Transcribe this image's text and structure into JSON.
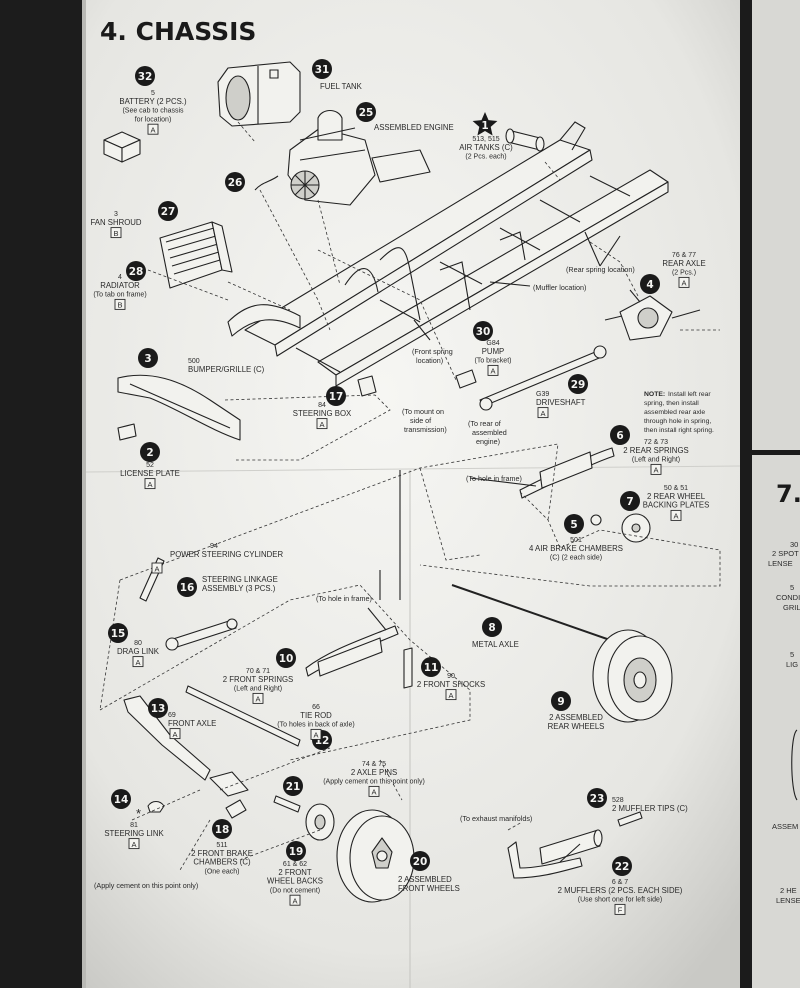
{
  "page": {
    "section_title": "4. CHASSIS",
    "right_page_section_number": "7.",
    "right_page_fragments": [
      "30",
      "2 SPOT",
      "LENSE",
      "5",
      "CONDI",
      "GRIL",
      "5",
      "LIG",
      "ASSEM",
      "2 HE",
      "LENSE"
    ]
  },
  "callouts": [
    {
      "id": "32",
      "part_no": "5",
      "name": "BATTERY (2 Pcs.)",
      "note": "(See cab to chassis",
      "note2": "for location)",
      "tree": "A"
    },
    {
      "id": "31",
      "name": "FUEL TANK"
    },
    {
      "id": "25",
      "name": "ASSEMBLED ENGINE"
    },
    {
      "id": "1",
      "part_no": "513, 515",
      "name": "AIR TANKS (C)",
      "note": "(2 Pcs. each)"
    },
    {
      "id": "26"
    },
    {
      "id": "27",
      "part_no": "3",
      "name": "FAN SHROUD",
      "tree": "B"
    },
    {
      "id": "28",
      "part_no": "4",
      "name": "RADIATOR",
      "note": "(To tab on frame)",
      "tree": "B"
    },
    {
      "id": "4",
      "part_no": "76 & 77",
      "name": "REAR AXLE",
      "note": "(2 Pcs.)",
      "tree": "A"
    },
    {
      "id": "3",
      "part_no": "500",
      "name": "BUMPER/GRILLE (C)"
    },
    {
      "id": "30",
      "part_no": "G84",
      "name": "PUMP",
      "note": "(To bracket)",
      "tree": "A"
    },
    {
      "id": "17",
      "part_no": "84",
      "name": "STEERING BOX",
      "tree": "A"
    },
    {
      "id": "29",
      "part_no": "G39",
      "name": "DRIVESHAFT",
      "tree": "A"
    },
    {
      "id": "2",
      "part_no": "52",
      "name": "LICENSE PLATE",
      "tree": "A"
    },
    {
      "id": "6",
      "part_no": "72 & 73",
      "name": "2 REAR SPRINGS",
      "note": "(Left and Right)",
      "tree": "A"
    },
    {
      "id": "7",
      "part_no": "50 & 51",
      "name": "2 REAR WHEEL",
      "name2": "BACKING PLATES",
      "tree": "A"
    },
    {
      "id": "5",
      "part_no": "501",
      "name": "4 AIR BRAKE CHAMBERS",
      "note": "(C) (2 each side)"
    },
    {
      "id": "16",
      "name": "STEERING LINKAGE",
      "name2": "ASSEMBLY (3 Pcs.)"
    },
    {
      "id": "8",
      "name": "METAL AXLE"
    },
    {
      "id": "15",
      "part_no": "80",
      "name": "DRAG LINK",
      "tree": "A"
    },
    {
      "id": "10",
      "part_no": "70 & 71",
      "name": "2 FRONT SPRINGS",
      "note": "(Left and Right)",
      "tree": "A"
    },
    {
      "id": "11",
      "part_no": "90",
      "name": "2 FRONT SHOCKS",
      "tree": "A"
    },
    {
      "id": "9",
      "name": "2 ASSEMBLED",
      "name2": "REAR WHEELS"
    },
    {
      "id": "13",
      "part_no": "69",
      "name": "FRONT AXLE",
      "tree": "A"
    },
    {
      "id": "12",
      "part_no": "66",
      "name": "TIE ROD",
      "note": "(To holes in back of axle)",
      "tree": "A"
    },
    {
      "id": "21",
      "part_no": "74 & 75",
      "name": "2 AXLE PINS",
      "note": "(Apply cement on this point only)",
      "tree": "A"
    },
    {
      "id": "23",
      "part_no": "528",
      "name": "2 MUFFLER TIPS (C)"
    },
    {
      "id": "14",
      "part_no": "81",
      "name": "STEERING LINK",
      "tree": "A"
    },
    {
      "id": "18",
      "part_no": "511",
      "name": "2 FRONT BRAKE",
      "name2": "CHAMBERS (C)",
      "note": "(One each)"
    },
    {
      "id": "19",
      "part_no": "61 & 62",
      "name": "2 FRONT",
      "name2": "WHEEL BACKS",
      "note": "(Do not cement)",
      "tree": "A"
    },
    {
      "id": "20",
      "name": "2 ASSEMBLED",
      "name2": "FRONT WHEELS"
    },
    {
      "id": "22",
      "part_no": "6 & 7",
      "name": "2 MUFFLERS (2 Pcs. each side)",
      "note": "(Use short one for left side)",
      "tree": "F"
    }
  ],
  "annotations": {
    "rear_spring_location": "(Rear spring location)",
    "muffler_location": "(Muffler location)",
    "front_spring_location_1": "(Front spring",
    "front_spring_location_2": "location)",
    "to_mount_1": "(To mount on",
    "to_mount_2": "side of",
    "to_mount_3": "transmission)",
    "to_rear_1": "(To rear of",
    "to_rear_2": "assembled",
    "to_rear_3": "engine)",
    "rear_axle_note_label": "NOTE:",
    "rear_axle_note_1": "Install left rear",
    "rear_axle_note_2": "spring, then install",
    "rear_axle_note_3": "assembled rear axle",
    "rear_axle_note_4": "through hole in spring,",
    "rear_axle_note_5": "then install right spring.",
    "to_hole_in_frame_rear": "(To hole in frame)",
    "to_hole_in_frame_front": "(To hole in frame)",
    "to_exhaust_manifolds": "(To exhaust manifolds)",
    "apply_cement_point": "(Apply cement on this point only)",
    "power_steering_part_no": "94",
    "power_steering_name": "POWER STEERING CYLINDER",
    "asterisk": "*"
  }
}
